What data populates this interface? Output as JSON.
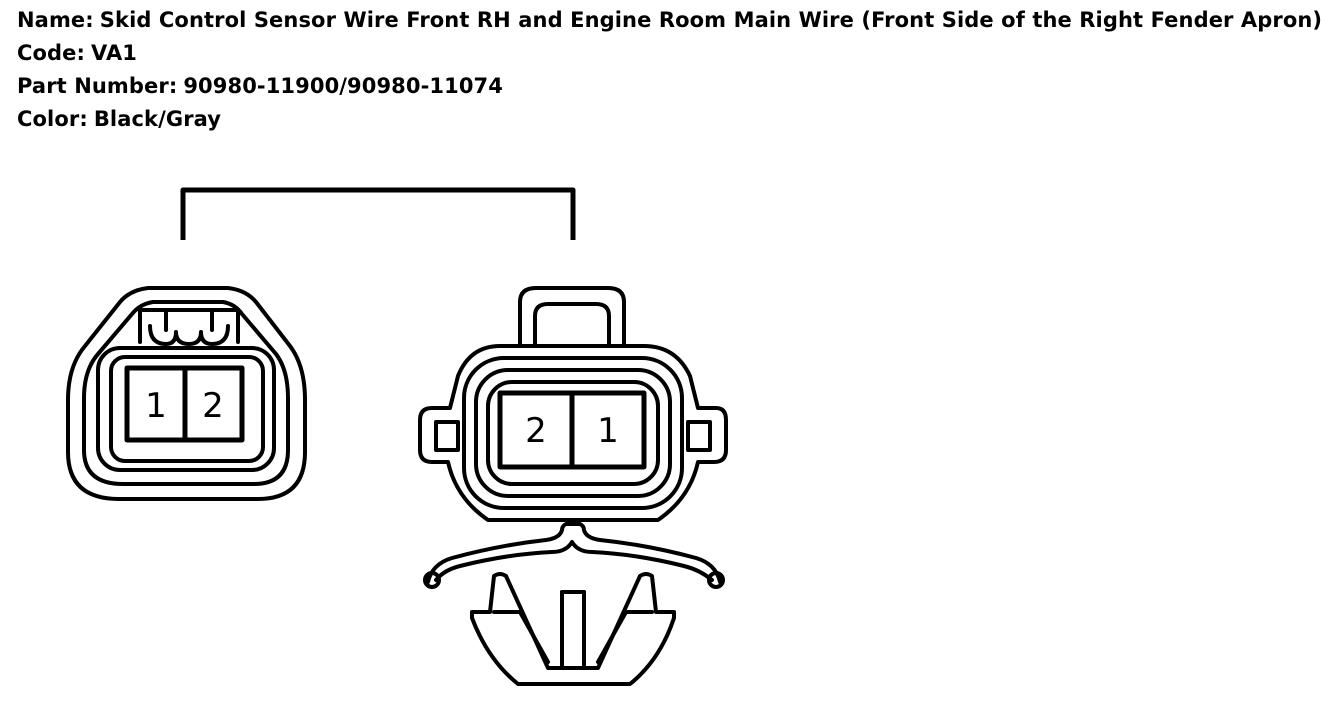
{
  "connector_info": {
    "name": {
      "label": "Name:",
      "value": "Skid Control Sensor Wire Front RH and Engine Room Main Wire (Front Side of the Right Fender Apron)"
    },
    "code": {
      "label": "Code:",
      "value": "VA1"
    },
    "part_number": {
      "label": "Part Number:",
      "value": "90980-11900/90980-11074"
    },
    "color": {
      "label": "Color:",
      "value": "Black/Gray"
    }
  },
  "connectors": {
    "left": {
      "pins": [
        "1",
        "2"
      ]
    },
    "right": {
      "pins": [
        "2",
        "1"
      ]
    }
  },
  "colors": {
    "line": "#000000",
    "background": "#ffffff"
  }
}
